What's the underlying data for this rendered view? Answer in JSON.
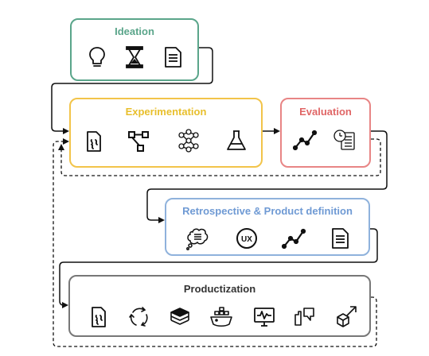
{
  "colors": {
    "ideation": "#5aa58a",
    "experimentation": "#f2c44a",
    "experimentation_title": "#e8bf2c",
    "evaluation": "#e88585",
    "evaluation_title": "#e06666",
    "retrospective": "#8fb2dc",
    "retrospective_title": "#6f9ad4",
    "productization": "#777777",
    "productization_title": "#333333",
    "connector": "#111111",
    "icon_stroke": "#111111"
  },
  "stages": {
    "ideation": {
      "title": "Ideation",
      "icons": [
        "lightbulb-icon",
        "hourglass-icon",
        "document-icon"
      ]
    },
    "experimentation": {
      "title": "Experimentation",
      "icons": [
        "code-file-icon",
        "workflow-nodes-icon",
        "neural-network-icon",
        "flask-icon"
      ]
    },
    "evaluation": {
      "title": "Evaluation",
      "icons": [
        "line-chart-icon",
        "clock-checklist-icon"
      ]
    },
    "retrospective": {
      "title": "Retrospective & Product definition",
      "icons": [
        "speech-bubble-icon",
        "ux-badge-icon",
        "line-chart-icon",
        "document-icon"
      ]
    },
    "productization": {
      "title": "Productization",
      "icons": [
        "code-file-icon",
        "cycle-arrows-icon",
        "layered-stack-icon",
        "container-ship-icon",
        "monitor-pulse-icon",
        "feedback-icon",
        "box-arrow-icon"
      ]
    }
  }
}
